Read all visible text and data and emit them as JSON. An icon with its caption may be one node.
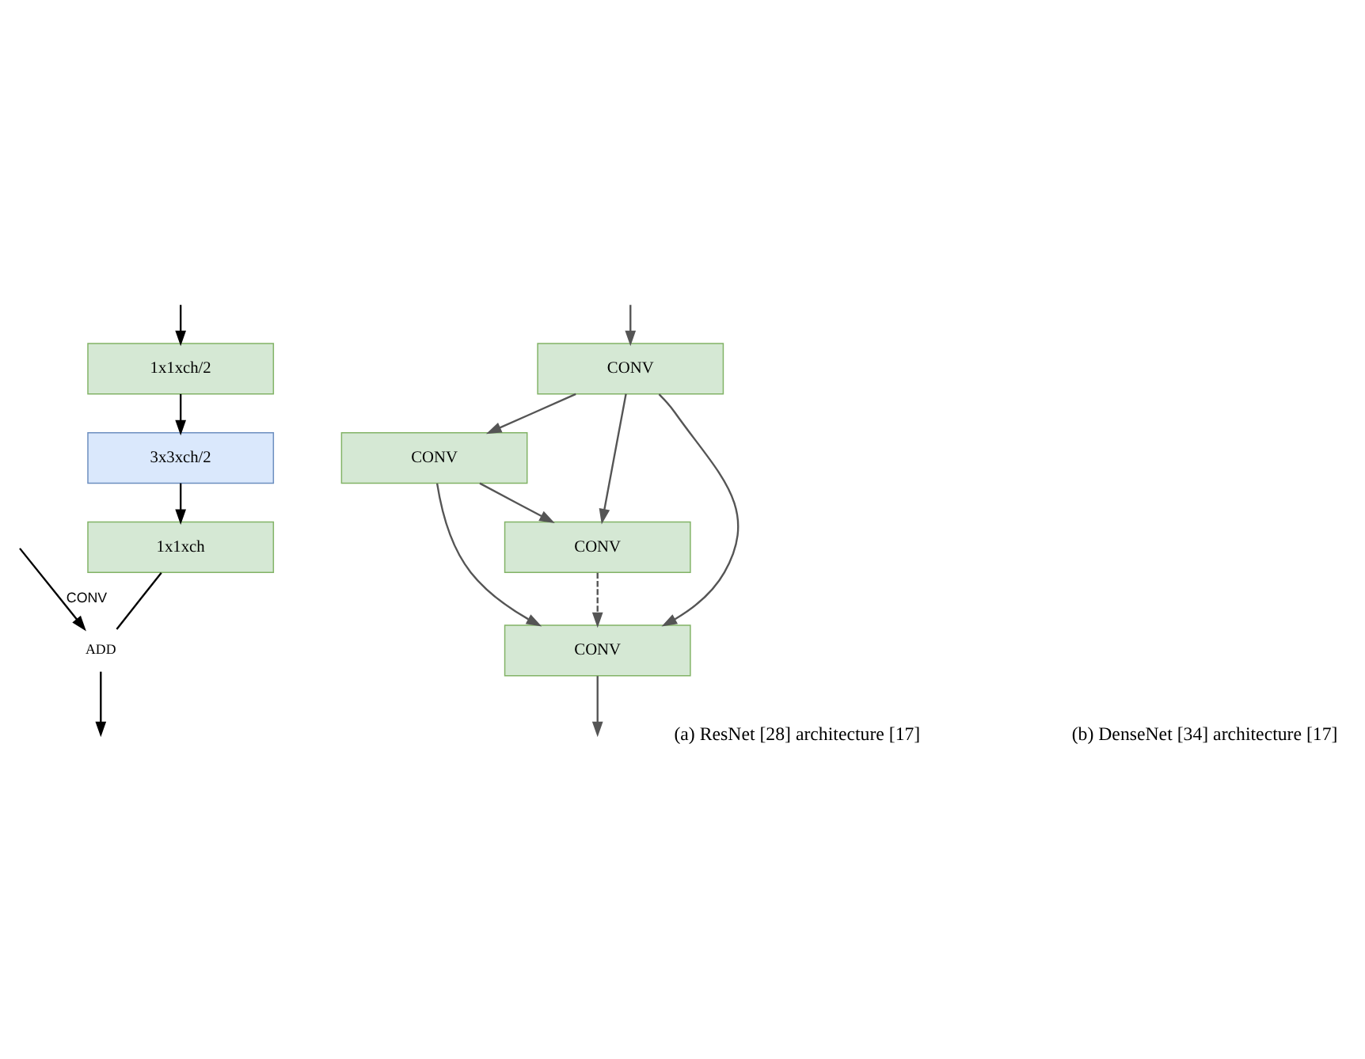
{
  "diagram": {
    "nodes": [
      {
        "text": [
          "1x1xch/2"
        ]
      },
      {
        "text": [
          "3x3xch/2"
        ]
      },
      {
        "text": [
          "1x1xch"
        ]
      },
      {
        "text": [
          "ADD"
        ]
      },
      {
        "text": [
          "CONV"
        ]
      },
      {
        "text": [
          "CONV"
        ]
      },
      {
        "text": [
          "CONV"
        ]
      },
      {
        "text": [
          "CONV"
        ]
      }
    ],
    "edges": [
      {
        "from": null,
        "to": 0,
        "arrow": "to",
        "color": "#000000"
      },
      {
        "from": 0,
        "to": 1,
        "arrow": "to",
        "color": "#000000"
      },
      {
        "from": 1,
        "to": 2,
        "arrow": "to",
        "color": "#000000"
      },
      {
        "from": 2,
        "to": 3,
        "arrow": "none",
        "color": "#000000"
      },
      {
        "from": null,
        "to": 3,
        "arrow": "to",
        "label": "CONV",
        "color": "#000000"
      },
      {
        "from": 3,
        "to": null,
        "arrow": "to",
        "color": "#000000"
      },
      {
        "from": null,
        "to": 4,
        "arrow": "to"
      },
      {
        "from": 4,
        "to": 5,
        "arrow": "to"
      },
      {
        "from": 4,
        "to": 6,
        "arrow": "to"
      },
      {
        "from": 4,
        "to": 7,
        "arrow": "to"
      },
      {
        "from": 5,
        "to": 6,
        "arrow": "to"
      },
      {
        "from": 5,
        "to": 7,
        "arrow": "to"
      },
      {
        "from": 6,
        "to": 7,
        "arrow": "to",
        "style": "dashed"
      },
      {
        "from": 7,
        "to": null,
        "arrow": "to"
      }
    ],
    "labels": [
      "(a) ResNet [28] architecture [17]",
      "(b) DenseNet [34] architecture [17]"
    ]
  }
}
